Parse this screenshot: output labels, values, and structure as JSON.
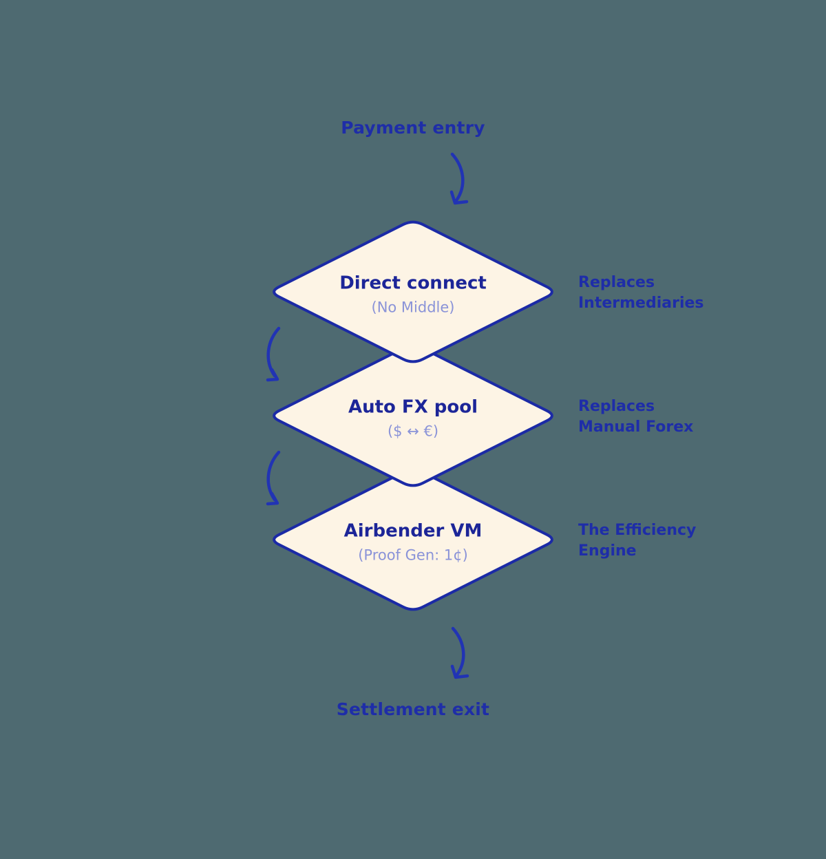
{
  "theme": {
    "background": "#4e6a71",
    "label_blue": "#1e2da8",
    "diamond_fill": "#fdf4e5",
    "diamond_border": "#1b2aa6",
    "subtitle_lavender": "#8a93d8",
    "arrow_blue": "#2133b4"
  },
  "flow": {
    "entry_label": "Payment entry",
    "exit_label": "Settlement exit",
    "nodes": [
      {
        "title": "Direct connect",
        "subtitle": "(No Middle)",
        "note": [
          "Replaces",
          "Intermediaries"
        ]
      },
      {
        "title": "Auto FX pool",
        "subtitle": "($ ↔ €)",
        "note": [
          "Replaces",
          "Manual Forex"
        ]
      },
      {
        "title": "Airbender VM",
        "subtitle": "(Proof Gen: 1¢)",
        "note": [
          "The Efficiency",
          "Engine"
        ]
      }
    ]
  }
}
